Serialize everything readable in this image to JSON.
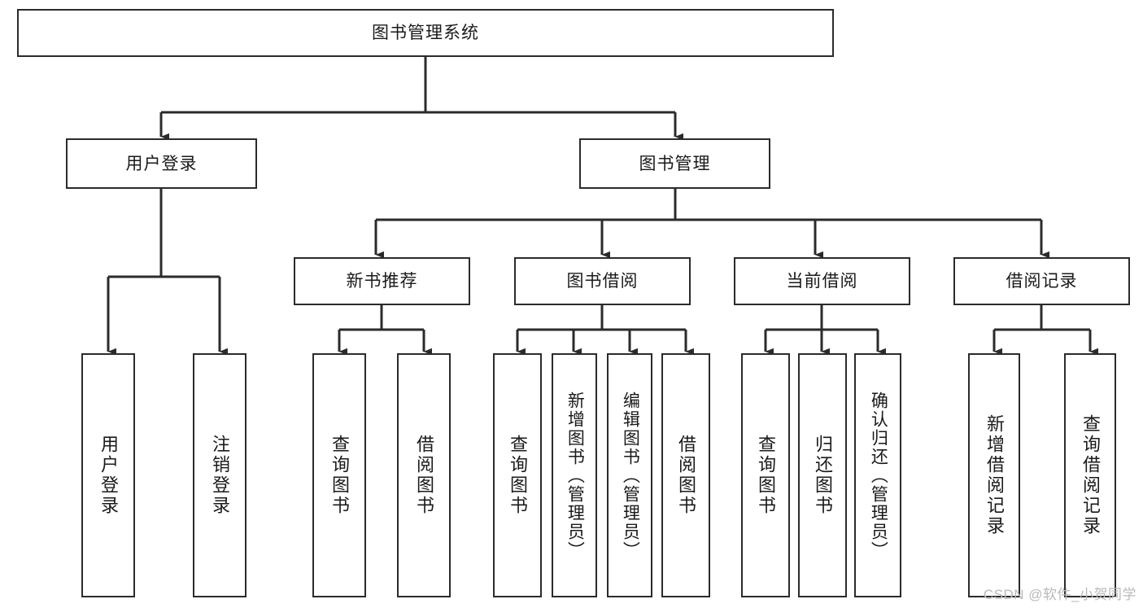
{
  "diagram": {
    "title": "图书管理系统",
    "type": "tree-hierarchy",
    "colors": {
      "box_border": "#2b2b2b",
      "box_fill": "#ffffff",
      "connector": "#2b2b2b",
      "text": "#1a1a1a",
      "watermark": "#b9b9b9"
    },
    "root": {
      "label": "图书管理系统"
    },
    "level2": [
      {
        "id": "user-login",
        "label": "用户登录"
      },
      {
        "id": "book-management",
        "label": "图书管理"
      }
    ],
    "level3": [
      {
        "id": "new-book-recommend",
        "label": "新书推荐"
      },
      {
        "id": "book-borrow",
        "label": "图书借阅"
      },
      {
        "id": "current-borrow",
        "label": "当前借阅"
      },
      {
        "id": "borrow-record",
        "label": "借阅记录"
      }
    ],
    "leaves": {
      "user_login": [
        {
          "id": "leaf-user-login",
          "label": "用户登录"
        },
        {
          "id": "leaf-logout-login",
          "label": "注销登录"
        }
      ],
      "new_book_recommend": [
        {
          "id": "leaf-query-book-1",
          "label": "查询图书"
        },
        {
          "id": "leaf-borrow-book-1",
          "label": "借阅图书"
        }
      ],
      "book_borrow": [
        {
          "id": "leaf-query-book-2",
          "label": "查询图书"
        },
        {
          "id": "leaf-add-book",
          "label": "新增图书（管理员）"
        },
        {
          "id": "leaf-edit-book",
          "label": "编辑图书（管理员）"
        },
        {
          "id": "leaf-borrow-book-2",
          "label": "借阅图书"
        }
      ],
      "current_borrow": [
        {
          "id": "leaf-query-book-3",
          "label": "查询图书"
        },
        {
          "id": "leaf-return-book",
          "label": "归还图书"
        },
        {
          "id": "leaf-confirm-return",
          "label": "确认归还（管理员）"
        }
      ],
      "borrow_record": [
        {
          "id": "leaf-add-record",
          "label": "新增借阅记录"
        },
        {
          "id": "leaf-query-record",
          "label": "查询借阅记录"
        }
      ]
    }
  },
  "watermark": {
    "text": "CSDN @软件_小贺同学"
  }
}
